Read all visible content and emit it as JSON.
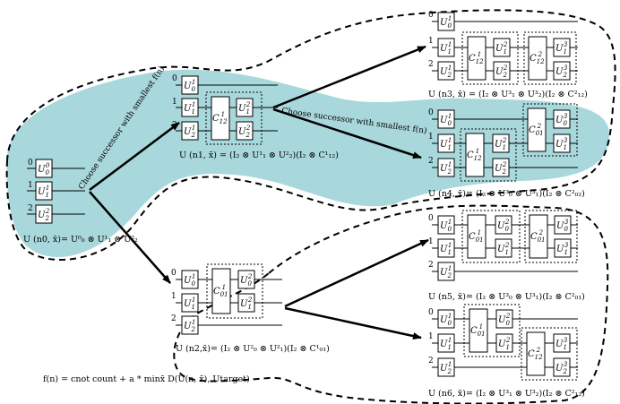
{
  "edge_labels": {
    "choose_a": "Choose successor with smallest f(n)",
    "choose_b": "Choose successor with smallest f(n)"
  },
  "wire_labels": [
    "0",
    "1",
    "2"
  ],
  "captions": {
    "n0": "U (n0, x̄)= U⁰₀ ⊗ U¹₁ ⊗ U²₂",
    "n1": "U (n1, x̄) = (I₂ ⊗ U¹₁ ⊗ U²₂)(I₂ ⊗ C¹₁₂)",
    "n2": "U (n2,x̄)= (I₂ ⊗ U²₀ ⊗ U²₁)(I₂ ⊗ C¹₀₁)",
    "n3": "U (n3, x̄) = (I₂ ⊗ U³₁ ⊗ U³₂)(I₂ ⊗ C²₁₂)",
    "n4": "U (n4, x̄)= (I₂ ⊗ U³₀ ⊗ U³₁)(I₂ ⊗ C²₀₂)",
    "n5": "U (n5, x̄)= (I₂ ⊗ U³₀ ⊗ U³₁)(I₂ ⊗ C²₀₁)",
    "n6": "U (n6, x̄)= (I₂ ⊗ U³₁ ⊗ U³₂)(I₂ ⊗ C²₁₂)"
  },
  "formula": "f(n) = cnot count + a * minx̄ D(U(n, x̄), Utarget)",
  "colors": {
    "highlight": "#a9d8dc",
    "line": "#000000"
  }
}
